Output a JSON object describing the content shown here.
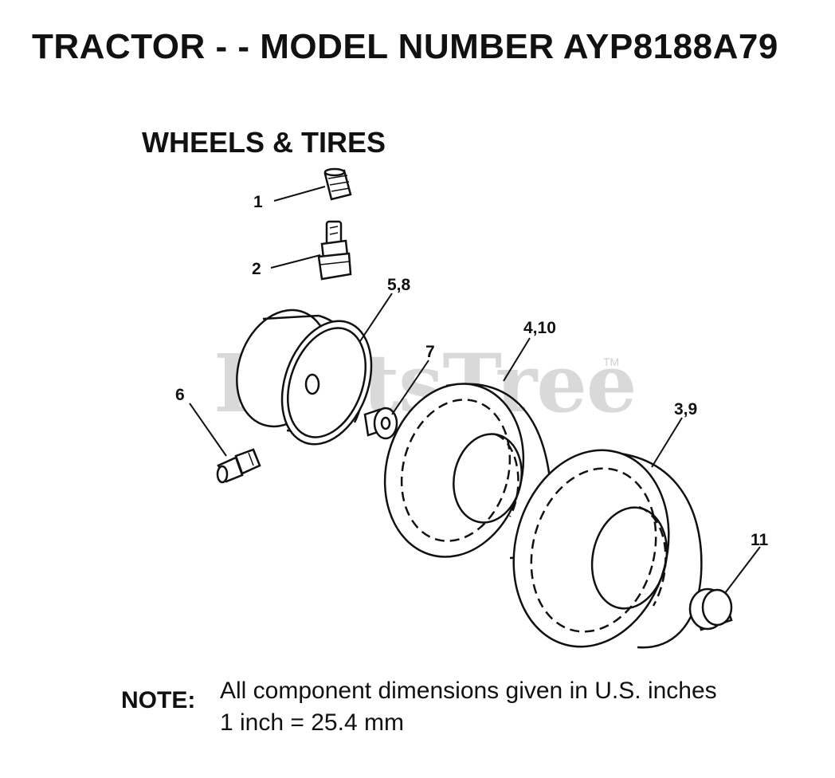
{
  "header": {
    "title": "TRACTOR - - MODEL NUMBER AYP8188A79",
    "subtitle": "WHEELS & TIRES"
  },
  "watermark": {
    "text": "PartsTree",
    "mark": "TM"
  },
  "callouts": {
    "c1": "1",
    "c2": "2",
    "c58": "5,8",
    "c7": "7",
    "c410": "4,10",
    "c6": "6",
    "c39": "3,9",
    "c11": "11"
  },
  "parts": [
    {
      "callout": "1",
      "icon": "valve-cap-icon"
    },
    {
      "callout": "2",
      "icon": "valve-stem-icon"
    },
    {
      "callout": "5,8",
      "icon": "wheel-rim-icon"
    },
    {
      "callout": "7",
      "icon": "bushing-icon"
    },
    {
      "callout": "4,10",
      "icon": "front-tire-icon"
    },
    {
      "callout": "6",
      "icon": "bolt-icon"
    },
    {
      "callout": "3,9",
      "icon": "rear-tire-icon"
    },
    {
      "callout": "11",
      "icon": "hub-cap-icon"
    }
  ],
  "note": {
    "label": "NOTE:",
    "line1": "All component dimensions given in U.S. inches",
    "line2": "1 inch = 25.4 mm"
  }
}
